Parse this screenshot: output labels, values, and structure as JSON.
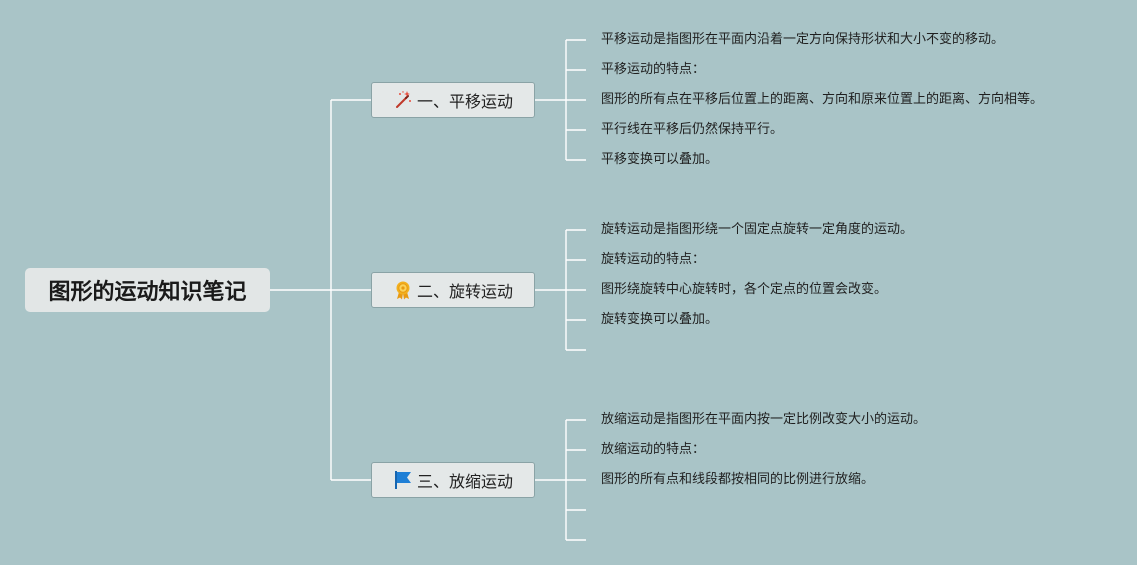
{
  "root": {
    "title": "图形的运动知识笔记"
  },
  "colors": {
    "background": "#a9c4c7",
    "connector": "#ffffff",
    "node_fill": "#e4e8e8",
    "node_border": "#8aa3a6",
    "icon_wand": "#c0392b",
    "icon_medal": "#f2b01e",
    "icon_flag": "#1e7fd6"
  },
  "branches": [
    {
      "label": "一、平移运动",
      "icon": "magic-wand-icon",
      "leaves": [
        "平移运动是指图形在平面内沿着一定方向保持形状和大小不变的移动。",
        "平移运动的特点：",
        "图形的所有点在平移后位置上的距离、方向和原来位置上的距离、方向相等。",
        "平行线在平移后仍然保持平行。",
        "平移变换可以叠加。"
      ]
    },
    {
      "label": "二、旋转运动",
      "icon": "medal-icon",
      "leaves": [
        "旋转运动是指图形绕一个固定点旋转一定角度的运动。",
        "旋转运动的特点：",
        "图形绕旋转中心旋转时，各个定点的位置会改变。",
        "旋转变换可以叠加。",
        ""
      ]
    },
    {
      "label": "三、放缩运动",
      "icon": "flag-icon",
      "leaves": [
        "放缩运动是指图形在平面内按一定比例改变大小的运动。",
        "放缩运动的特点：",
        "图形的所有点和线段都按相同的比例进行放缩。",
        "",
        ""
      ]
    }
  ]
}
